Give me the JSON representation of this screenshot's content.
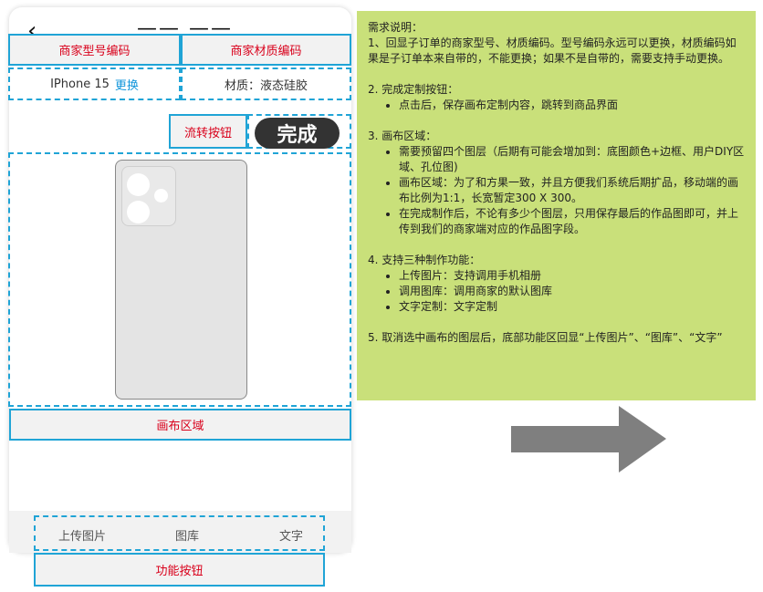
{
  "header": {
    "back_glyph": "‹",
    "title_glyph": "—— ——"
  },
  "fields": {
    "model_label": "商家型号编码",
    "material_label": "商家材质编码",
    "model_value": "IPhone 15",
    "model_change": "更换",
    "material_value": "材质：液态硅胶"
  },
  "actions": {
    "flow_label": "流转按钮",
    "done": "完成"
  },
  "canvas": {
    "label": "画布区域"
  },
  "tabs": {
    "upload": "上传图片",
    "gallery": "图库",
    "text": "文字"
  },
  "function_label": "功能按钮",
  "colors": {
    "annotation_border": "#20a4d6",
    "annotation_text": "#d9001b",
    "note_bg": "#c9e07a",
    "link": "#1296db"
  },
  "icons": {
    "arrow": "right-arrow-icon",
    "back": "chevron-left-icon"
  },
  "note": {
    "title": "需求说明：",
    "p1": "1、回显子订单的商家型号、材质编码。型号编码永远可以更换，材质编码如果是子订单本来自带的，不能更换；如果不是自带的，需要支持手动更换。",
    "p2_title": "2. 完成定制按钮：",
    "p2_items": [
      "点击后，保存画布定制内容，跳转到商品界面"
    ],
    "p3_title": "3. 画布区域：",
    "p3_items": [
      "需要预留四个图层（后期有可能会增加到：底图颜色+边框、用户DIY区域、孔位图)",
      "画布区域：为了和方果一致，并且方便我们系统后期扩品，移动端的画布比例为1:1，长宽暂定300 X 300。",
      "在完成制作后，不论有多少个图层，只用保存最后的作品图即可，并上传到我们的商家端对应的作品图字段。"
    ],
    "p4_title": "4. 支持三种制作功能：",
    "p4_items": [
      "上传图片：支持调用手机相册",
      "调用图库：调用商家的默认图库",
      "文字定制：文字定制"
    ],
    "p5": "5. 取消选中画布的图层后，底部功能区回显“上传图片”、“图库”、“文字”"
  }
}
